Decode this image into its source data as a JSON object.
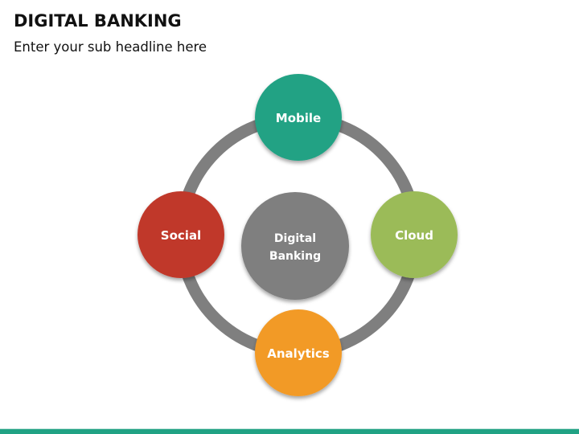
{
  "header": {
    "title": "DIGITAL BANKING",
    "subtitle": "Enter your sub headline here"
  },
  "diagram": {
    "center": {
      "label_line1": "Digital",
      "label_line2": "Banking",
      "color": "#7f7f7f"
    },
    "ring_color": "#7f7f7f",
    "nodes": [
      {
        "label": "Mobile",
        "color": "#21a284"
      },
      {
        "label": "Cloud",
        "color": "#9bbb59"
      },
      {
        "label": "Analytics",
        "color": "#f29a27"
      },
      {
        "label": "Social",
        "color": "#c0392b"
      }
    ]
  },
  "footer": {
    "bar_color": "#21a284"
  }
}
